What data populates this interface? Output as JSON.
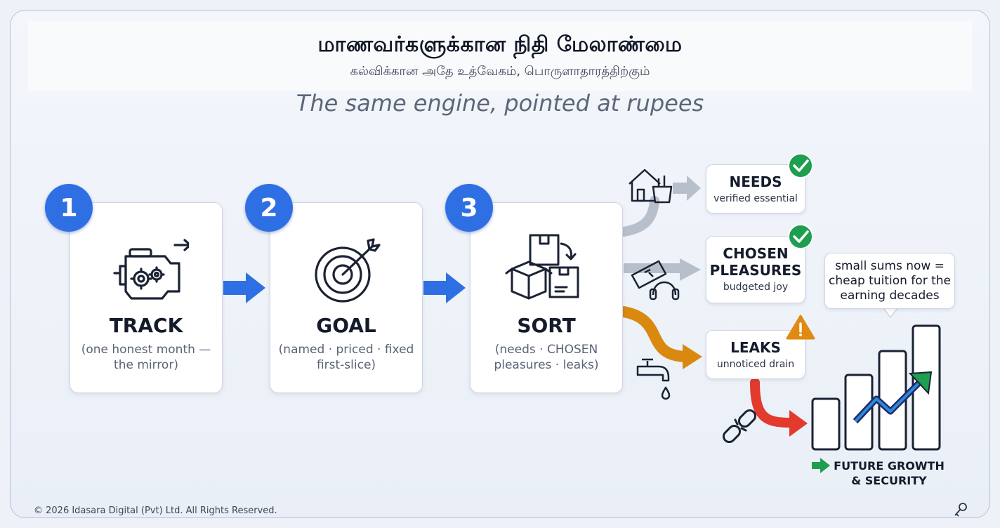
{
  "header": {
    "title": "மாணவர்களுக்கான நிதி மேலாண்மை",
    "subtitle": "கல்விக்கான அதே உத்வேகம், பொருளாதாரத்திற்கும்"
  },
  "tagline": "The same engine, pointed at rupees",
  "steps": [
    {
      "number": "1",
      "title": "TRACK",
      "desc_line1": "(one honest month —",
      "desc_line2": "the mirror)",
      "icon": "engine-gears-icon"
    },
    {
      "number": "2",
      "title": "GOAL",
      "desc_line1": "(named · priced · fixed",
      "desc_line2": "first-slice)",
      "icon": "target-arrow-icon"
    },
    {
      "number": "3",
      "title": "SORT",
      "desc_line1": "(needs · CHOSEN",
      "desc_line2": "pleasures · leaks)",
      "icon": "boxes-sorting-icon"
    }
  ],
  "categories": {
    "needs": {
      "title": "NEEDS",
      "sub": "verified essential",
      "icon": "house-groceries-icon",
      "status_icon": "check-icon"
    },
    "pleasures": {
      "title_line1": "CHOSEN",
      "title_line2": "PLEASURES",
      "sub": "budgeted joy",
      "icon": "ticket-headphones-icon",
      "status_icon": "check-icon"
    },
    "leaks": {
      "title": "LEAKS",
      "sub": "unnoticed drain",
      "icon": "dripping-tap-icon",
      "status_icon": "warning-icon"
    }
  },
  "callout": {
    "line1": "small sums now =",
    "line2": "cheap tuition for the",
    "line3": "earning decades"
  },
  "growth": {
    "line1": "FUTURE GROWTH",
    "line2": "& SECURITY",
    "icon": "bar-chart-growth-icon"
  },
  "footer": "© 2026 Idasara Digital (Pvt) Ltd. All Rights Reserved.",
  "colors": {
    "accent_blue": "#2f6fe4",
    "check_green": "#1e9e4f",
    "leak_orange": "#d9890f",
    "warn_orange": "#e08a12",
    "drain_red": "#e23a2c",
    "flow_gray": "#b7bfcb"
  }
}
